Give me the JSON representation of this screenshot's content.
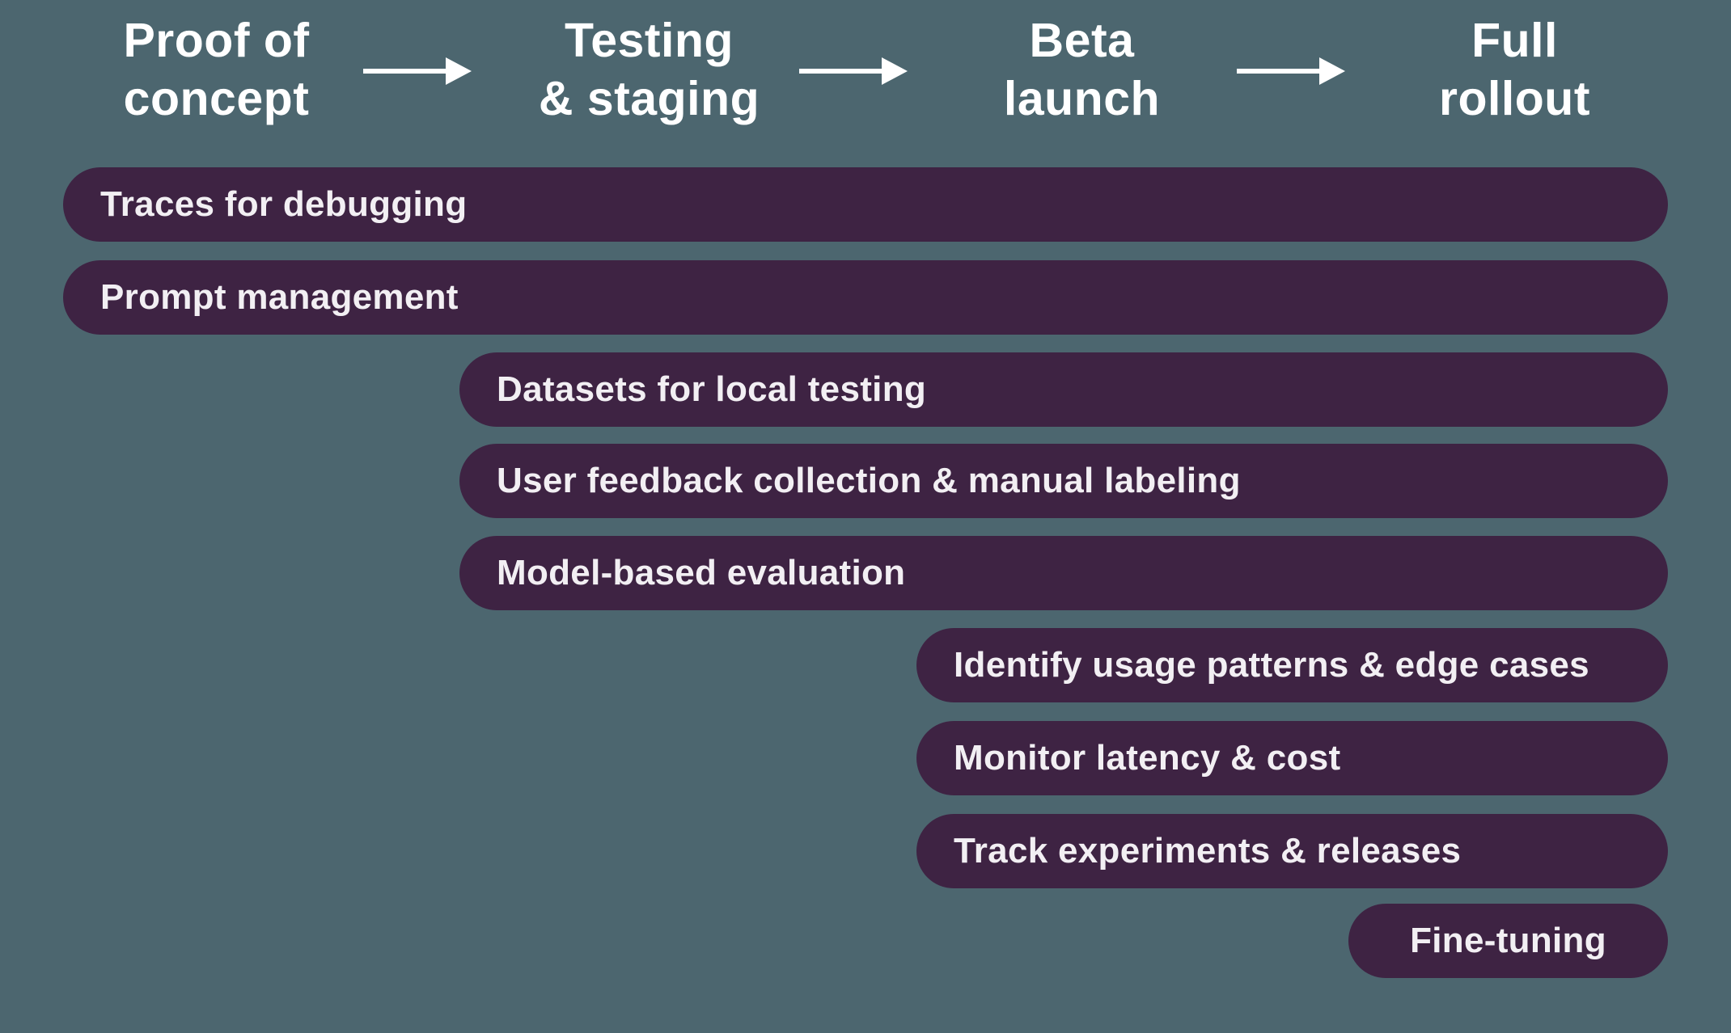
{
  "phases": [
    {
      "label": "Proof of\nconcept"
    },
    {
      "label": "Testing\n& staging"
    },
    {
      "label": "Beta\nlaunch"
    },
    {
      "label": "Full\nrollout"
    }
  ],
  "bars": [
    {
      "label": "Traces for debugging",
      "starts_at_phase": "Proof of concept"
    },
    {
      "label": "Prompt management",
      "starts_at_phase": "Proof of concept"
    },
    {
      "label": "Datasets for local testing",
      "starts_at_phase": "Testing & staging"
    },
    {
      "label": "User feedback collection & manual labeling",
      "starts_at_phase": "Testing & staging"
    },
    {
      "label": "Model-based evaluation",
      "starts_at_phase": "Testing & staging"
    },
    {
      "label": "Identify usage patterns & edge cases",
      "starts_at_phase": "Beta launch"
    },
    {
      "label": "Monitor latency & cost",
      "starts_at_phase": "Beta launch"
    },
    {
      "label": "Track experiments & releases",
      "starts_at_phase": "Beta launch"
    },
    {
      "label": "Fine-tuning",
      "starts_at_phase": "Full rollout"
    }
  ],
  "colors": {
    "background": "#4c666f",
    "bar": "#3e2343",
    "header_text": "#ffffff",
    "bar_text": "#f2eff3"
  }
}
